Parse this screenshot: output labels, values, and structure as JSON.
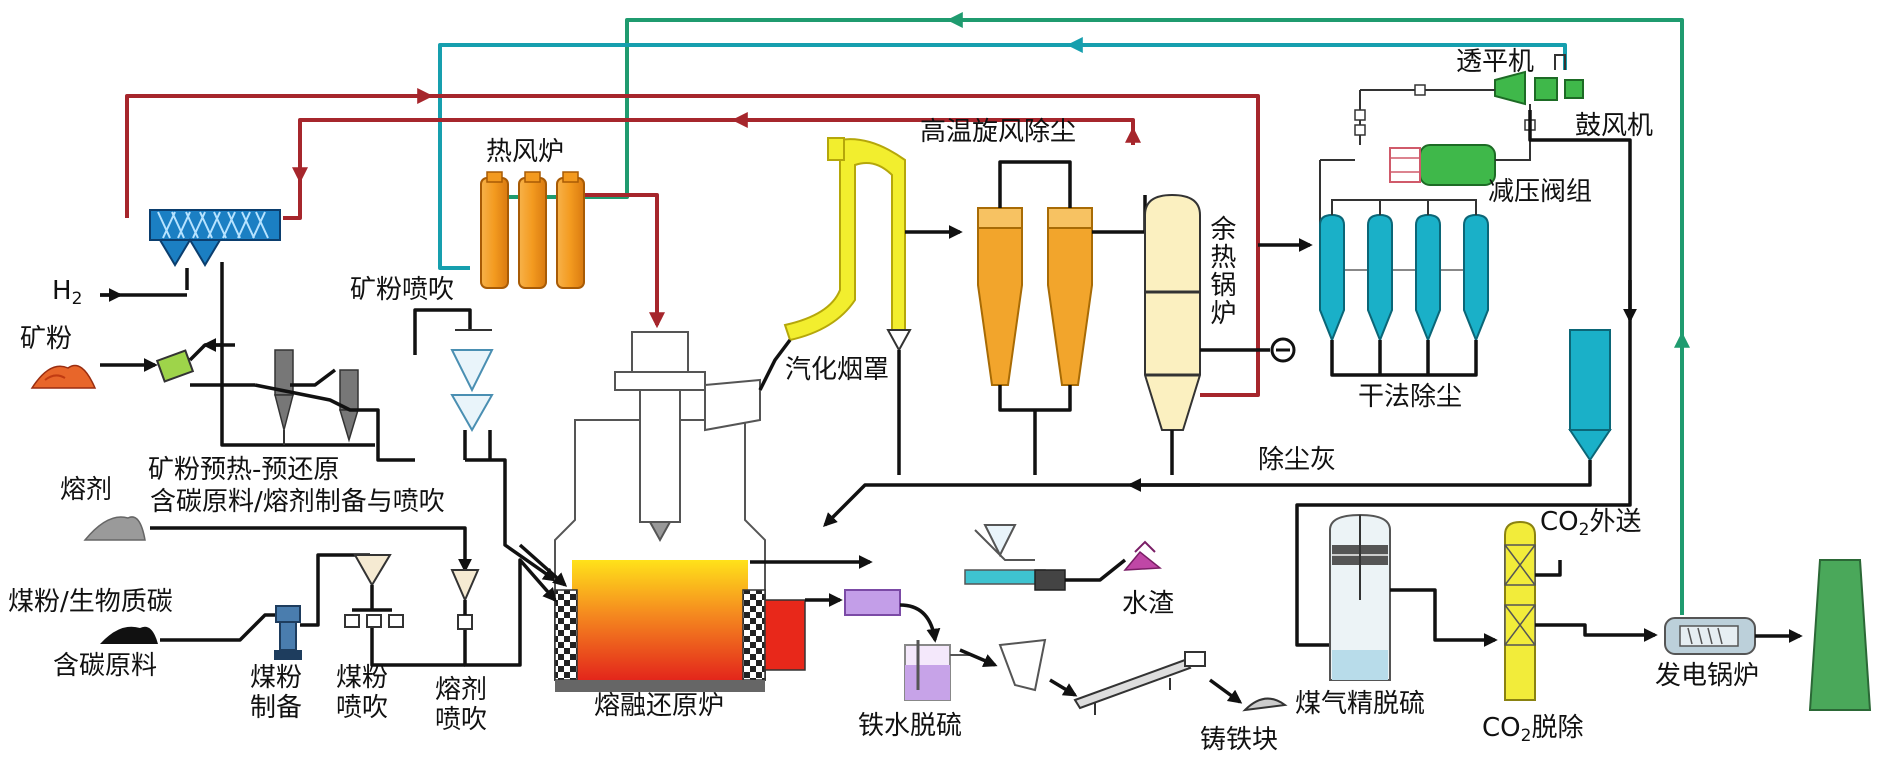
{
  "colors": {
    "red_line": "#a6262c",
    "cyan_line": "#169fae",
    "green_line": "#1f9b6f",
    "black_line": "#111111",
    "stove_orange": "#f39a1f",
    "cyclone_orange": "#f2a52c",
    "filter_cyan": "#1ab0c8",
    "hood_yellow": "#f2ee2e",
    "boiler_cream": "#fbf0c0",
    "slag_red": "#e8281a",
    "decompression_green": "#3fb84a",
    "stack_green": "#4aa85a",
    "ore_orange": "#e8662a"
  },
  "labels": {
    "hot_stove": "热风炉",
    "powder_injection": "矿粉喷吹",
    "hood": "汽化烟罩",
    "cyclone": "高温旋风除尘",
    "waste_heat_boiler": "余热锅炉",
    "trt": "透平机",
    "blower": "鼓风机",
    "valve_group": "减压阀组",
    "dry_dust": "干法除尘",
    "dust_ash": "除尘灰",
    "h2": "H",
    "h2_sub": "2",
    "ore_powder": "矿粉",
    "ore_preheat": "矿粉预热-预还原",
    "carbon_flux_prep": "含碳原料/熔剂制备与喷吹",
    "flux": "熔剂",
    "coal_biochar": "煤粉/生物质碳",
    "carbon_material": "含碳原料",
    "coal_prep": [
      "煤粉",
      "制备"
    ],
    "coal_inject": [
      "煤粉",
      "喷吹"
    ],
    "flux_inject": [
      "熔剂",
      "喷吹"
    ],
    "smelting_furnace": "熔融还原炉",
    "water_slag": "水渣",
    "hot_metal_desulf": "铁水脱硫",
    "cast_iron": "铸铁块",
    "gas_desulf": "煤气精脱硫",
    "co2_out_a": "CO",
    "co2_out_sub": "2",
    "co2_out_b": "外送",
    "co2_remove_a": "CO",
    "co2_remove_sub": "2",
    "co2_remove_b": "脱除",
    "power_boiler": "发电锅炉"
  }
}
